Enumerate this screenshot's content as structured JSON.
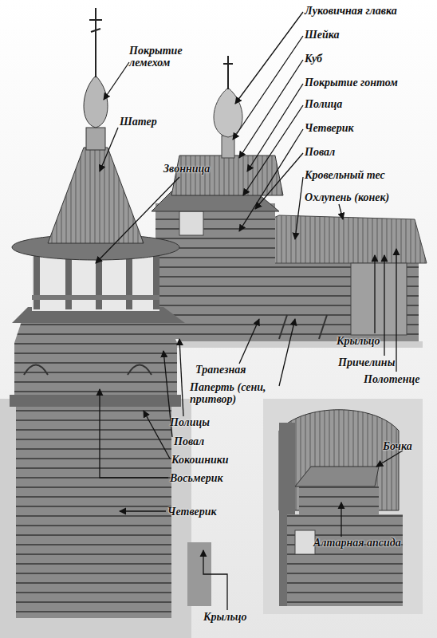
{
  "diagram": {
    "labels": [
      "Покрытие лемехом",
      "Шатер",
      "Звонница",
      "Луковичная главка",
      "Шейка",
      "Куб",
      "Покрытие гонтом",
      "Полица",
      "Четверик",
      "Повал",
      "Кровельный тес",
      "Охлупень (конек)",
      "Крыльцо",
      "Трапезная",
      "Паперть (сени, притвор)",
      "Причелины",
      "Полотенце",
      "Полицы",
      "Повал",
      "Кокошники",
      "Восьмерик",
      "Бочка",
      "Четверик",
      "Алтарная апсида",
      "Крыльцо"
    ]
  }
}
